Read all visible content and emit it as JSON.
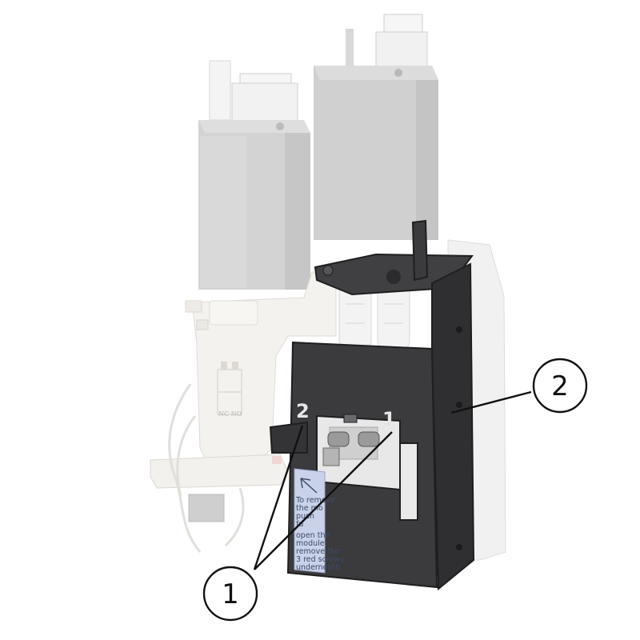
{
  "callouts": {
    "filter_marker": "1",
    "bracket_marker": "2"
  },
  "bracket": {
    "port_left_number": "2",
    "port_right_number": "1"
  },
  "valve": {
    "nc_no_text": "NC NO"
  },
  "instruction_label": {
    "lines": [
      "To remove",
      "the mo",
      "push",
      "fu",
      "open the",
      "module,",
      "remove the",
      "3 red screws",
      "underneath"
    ]
  },
  "colors": {
    "bracket": "#3b3b3e",
    "bracket_edge": "#1f1f21",
    "ghost_grey": "#d2d2d2",
    "ghost_white": "#f4f2ef",
    "label_blue": "#c9d2e8",
    "callout_line": "#111111"
  }
}
